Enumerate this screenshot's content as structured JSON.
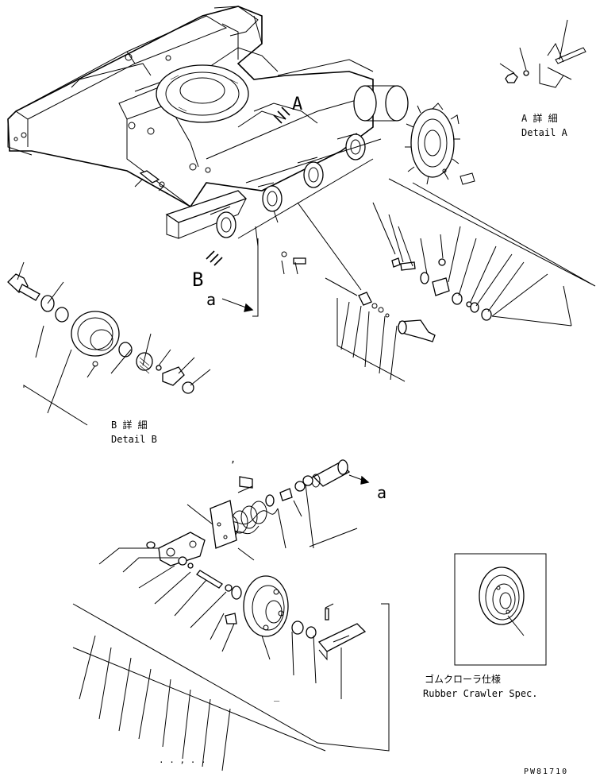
{
  "callouts": {
    "view_a": "A",
    "view_b": "B",
    "flow_a_upper": "a",
    "flow_a_lower": "a",
    "tick_mark": ",",
    "dots_bottom": ". . , . .",
    "dash_mark": "_"
  },
  "detail_a": {
    "jp": "A 詳 細",
    "en": "Detail A"
  },
  "detail_b": {
    "jp": "B 詳 細",
    "en": "Detail B"
  },
  "rubber_spec": {
    "jp": "ゴムクローラ仕様",
    "en": "Rubber Crawler Spec."
  },
  "drawing_code": "PW81710"
}
